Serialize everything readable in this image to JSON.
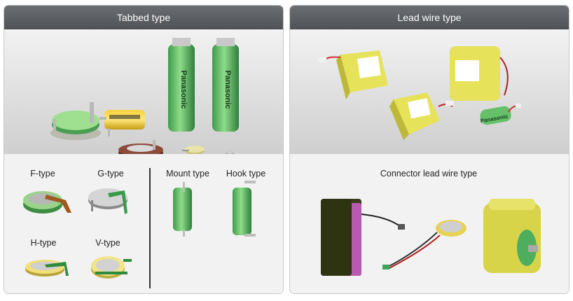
{
  "panels": {
    "left": {
      "title": "Tabbed type",
      "types": {
        "f": "F-type",
        "g": "G-type",
        "h": "H-type",
        "v": "V-type",
        "mount": "Mount type",
        "hook": "Hook type"
      }
    },
    "right": {
      "title": "Lead wire type",
      "subtitle": "Connector lead wire type"
    }
  },
  "brand": "Panasonic",
  "colors": {
    "header": "#56595d",
    "cell_green": "#4fae5e",
    "pack_yellow": "#dcd84a",
    "lower_bg": "#f2f2f2"
  }
}
